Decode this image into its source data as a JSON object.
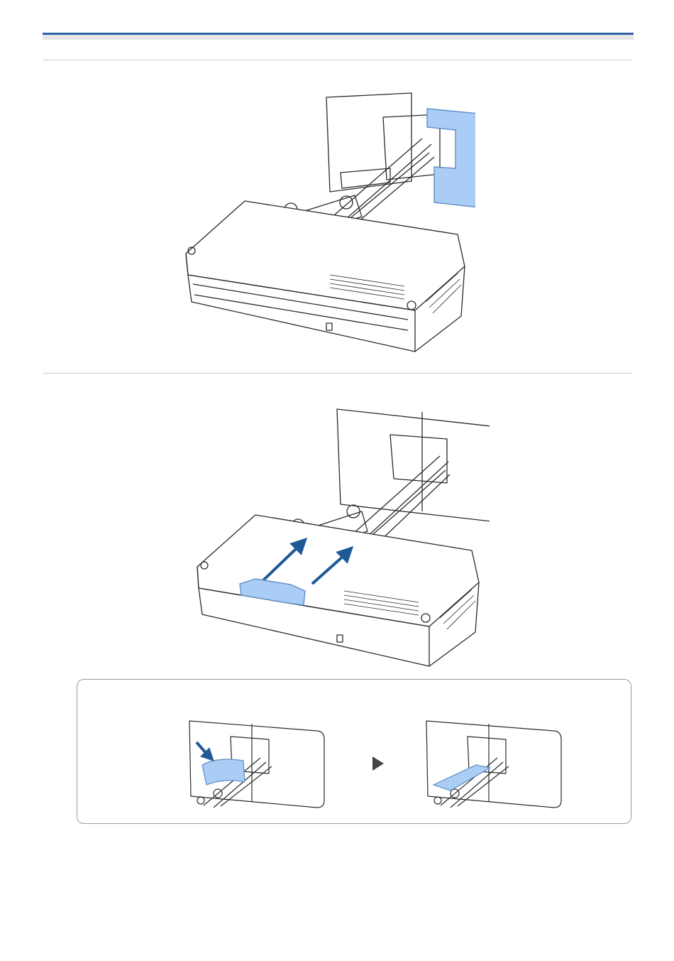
{
  "theme": {
    "accent": "#2f5fa6",
    "highlight": "#a9cdf5",
    "highlight_edge": "#5e8ec5",
    "arrow": "#1f5a96",
    "line": "#2a2a2a"
  },
  "icons": {
    "next_step": "triangle-right-icon",
    "push_arrow": "arrow-icon"
  },
  "figures": [
    {
      "id": "cover-attach",
      "caption": ""
    },
    {
      "id": "projector-slide-on",
      "caption": ""
    },
    {
      "id": "sheet-insert-before",
      "caption": ""
    },
    {
      "id": "sheet-insert-after",
      "caption": ""
    }
  ]
}
